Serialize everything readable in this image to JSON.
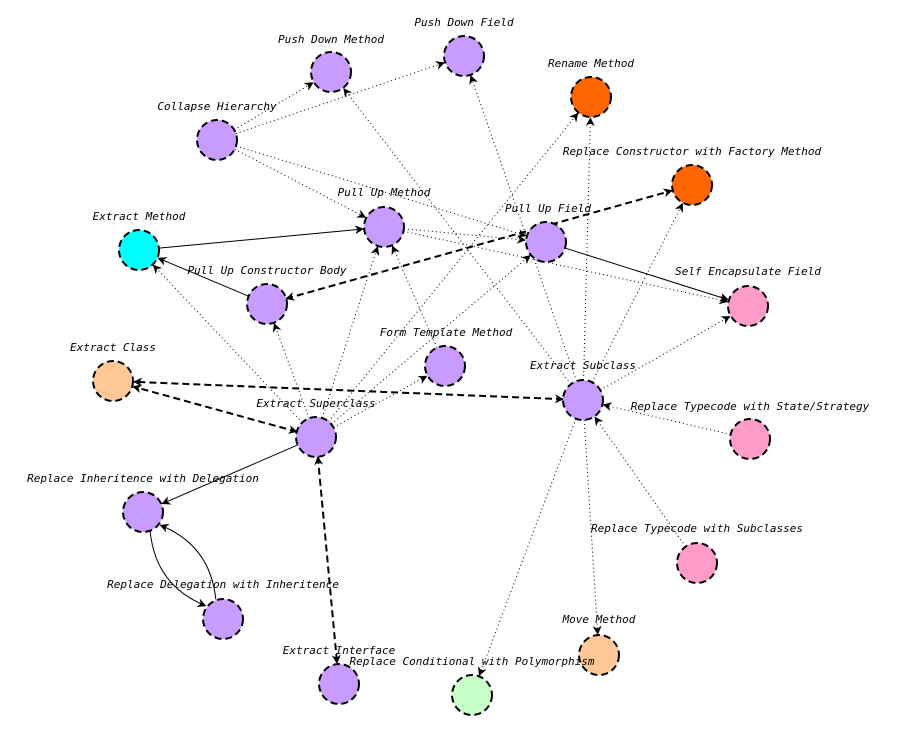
{
  "colors": {
    "purple": "#c89bff",
    "cyan": "#00ffff",
    "orange": "#ff6600",
    "peach": "#ffc896",
    "pink": "#ff9bc8",
    "mint": "#c8ffc8",
    "stroke": "#000000"
  },
  "nodes": [
    {
      "id": "push_down_method",
      "label": "Push Down Method",
      "color": "purple"
    },
    {
      "id": "push_down_field",
      "label": "Push Down Field",
      "color": "purple"
    },
    {
      "id": "rename_method",
      "label": "Rename Method",
      "color": "orange"
    },
    {
      "id": "collapse_hierarchy",
      "label": "Collapse Hierarchy",
      "color": "purple"
    },
    {
      "id": "replace_constructor",
      "label": "Replace Constructor with Factory Method",
      "color": "orange"
    },
    {
      "id": "pull_up_method",
      "label": "Pull Up Method",
      "color": "purple"
    },
    {
      "id": "extract_method",
      "label": "Extract Method",
      "color": "cyan"
    },
    {
      "id": "pull_up_field",
      "label": "Pull Up Field",
      "color": "purple"
    },
    {
      "id": "pull_up_constructor_body",
      "label": "Pull Up Constructor Body",
      "color": "purple"
    },
    {
      "id": "self_encapsulate_field",
      "label": "Self Encapsulate Field",
      "color": "pink"
    },
    {
      "id": "form_template_method",
      "label": "Form Template Method",
      "color": "purple"
    },
    {
      "id": "extract_class",
      "label": "Extract Class",
      "color": "peach"
    },
    {
      "id": "extract_subclass",
      "label": "Extract Subclass",
      "color": "purple"
    },
    {
      "id": "extract_superclass",
      "label": "Extract Superclass",
      "color": "purple"
    },
    {
      "id": "replace_typecode_state",
      "label": "Replace Typecode with State/Strategy",
      "color": "pink"
    },
    {
      "id": "replace_inheritence_delegation",
      "label": "Replace Inheritence with Delegation",
      "color": "purple"
    },
    {
      "id": "replace_typecode_subclasses",
      "label": "Replace Typecode with Subclasses",
      "color": "pink"
    },
    {
      "id": "replace_delegation_inheritence",
      "label": "Replace Delegation with Inheritence",
      "color": "purple"
    },
    {
      "id": "move_method",
      "label": "Move Method",
      "color": "peach"
    },
    {
      "id": "extract_interface",
      "label": "Extract Interface",
      "color": "purple"
    },
    {
      "id": "replace_conditional",
      "label": "Replace Conditional with Polymorphism",
      "color": "mint"
    }
  ],
  "edges": [
    {
      "from": "collapse_hierarchy",
      "to": "push_down_method",
      "style": "dotted"
    },
    {
      "from": "collapse_hierarchy",
      "to": "push_down_field",
      "style": "dotted"
    },
    {
      "from": "collapse_hierarchy",
      "to": "pull_up_method",
      "style": "dotted"
    },
    {
      "from": "collapse_hierarchy",
      "to": "pull_up_field",
      "style": "dotted"
    },
    {
      "from": "extract_method",
      "to": "pull_up_method",
      "style": "solid"
    },
    {
      "from": "pull_up_method",
      "to": "pull_up_field",
      "style": "dotted"
    },
    {
      "from": "pull_up_method",
      "to": "self_encapsulate_field",
      "style": "dotted"
    },
    {
      "from": "pull_up_field",
      "to": "self_encapsulate_field",
      "style": "solid"
    },
    {
      "from": "pull_up_constructor_body",
      "to": "extract_method",
      "style": "solid"
    },
    {
      "from": "pull_up_constructor_body",
      "to": "replace_constructor",
      "style": "dashed",
      "both": true
    },
    {
      "from": "form_template_method",
      "to": "pull_up_method",
      "style": "dotted"
    },
    {
      "from": "extract_superclass",
      "to": "pull_up_method",
      "style": "dotted"
    },
    {
      "from": "extract_superclass",
      "to": "pull_up_field",
      "style": "dotted"
    },
    {
      "from": "extract_superclass",
      "to": "pull_up_constructor_body",
      "style": "dotted"
    },
    {
      "from": "extract_superclass",
      "to": "extract_method",
      "style": "dotted"
    },
    {
      "from": "extract_superclass",
      "to": "form_template_method",
      "style": "dotted"
    },
    {
      "from": "extract_superclass",
      "to": "rename_method",
      "style": "dotted"
    },
    {
      "from": "extract_superclass",
      "to": "replace_inheritence_delegation",
      "style": "solid"
    },
    {
      "from": "extract_superclass",
      "to": "extract_class",
      "style": "dashed",
      "both": true
    },
    {
      "from": "extract_superclass",
      "to": "extract_interface",
      "style": "dashed",
      "both": true
    },
    {
      "from": "extract_subclass",
      "to": "push_down_method",
      "style": "dotted"
    },
    {
      "from": "extract_subclass",
      "to": "push_down_field",
      "style": "dotted"
    },
    {
      "from": "extract_subclass",
      "to": "rename_method",
      "style": "dotted"
    },
    {
      "from": "extract_subclass",
      "to": "replace_constructor",
      "style": "dotted"
    },
    {
      "from": "extract_subclass",
      "to": "self_encapsulate_field",
      "style": "dotted"
    },
    {
      "from": "extract_subclass",
      "to": "move_method",
      "style": "dotted"
    },
    {
      "from": "extract_subclass",
      "to": "replace_conditional",
      "style": "dotted"
    },
    {
      "from": "extract_subclass",
      "to": "extract_class",
      "style": "dashed",
      "both": true
    },
    {
      "from": "replace_typecode_state",
      "to": "extract_subclass",
      "style": "dotted"
    },
    {
      "from": "replace_typecode_subclasses",
      "to": "extract_subclass",
      "style": "dotted"
    },
    {
      "from": "replace_inheritence_delegation",
      "to": "replace_delegation_inheritence",
      "style": "solid",
      "curve": 1
    },
    {
      "from": "replace_delegation_inheritence",
      "to": "replace_inheritence_delegation",
      "style": "solid",
      "curve": 1
    }
  ]
}
